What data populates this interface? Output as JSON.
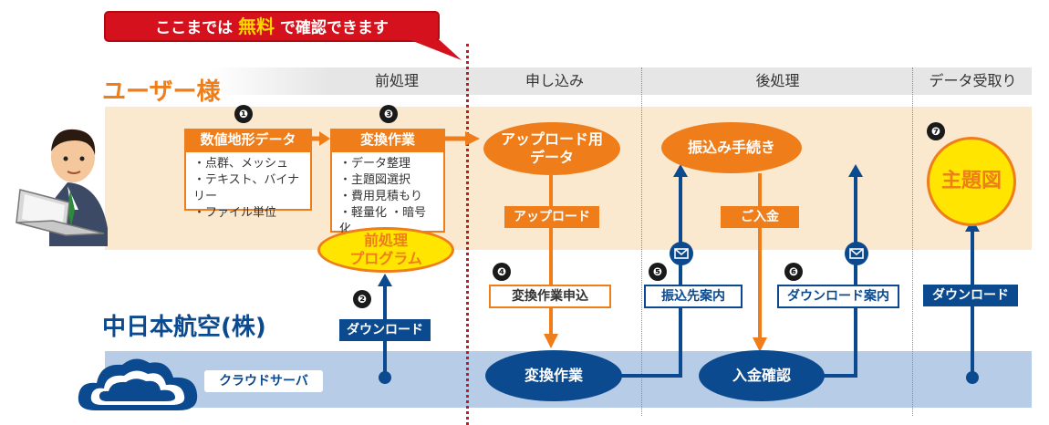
{
  "callout": {
    "pre": "ここまでは",
    "highlight": "無料",
    "post": "で確認できます"
  },
  "lanes": {
    "user": "ユーザー様",
    "provider": "中日本航空(株)",
    "cloud": "クラウドサーバ"
  },
  "phases": [
    "前処理",
    "申し込み",
    "後処理",
    "データ受取り"
  ],
  "step_numbers": [
    "❶",
    "❷",
    "❸",
    "❹",
    "❺",
    "❻",
    "❼"
  ],
  "box1": {
    "title": "数値地形データ",
    "items": [
      "・点群、メッシュ",
      "・テキスト、バイナリー",
      "・ファイル単位"
    ]
  },
  "box3": {
    "title": "変換作業",
    "items": [
      "・データ整理",
      "・主題図選択",
      "・費用見積もり",
      "・軽量化 ・暗号化"
    ]
  },
  "nodes": {
    "preprocess_program": [
      "前処理",
      "プログラム"
    ],
    "upload_data": [
      "アップロード用",
      "データ"
    ],
    "payment_procedure": "振込み手続き",
    "thematic_map": "主題図",
    "conversion_work": "変換作業",
    "payment_confirmation": "入金確認"
  },
  "edge_labels": {
    "upload": "アップロード",
    "payment": "ご入金",
    "conversion_request": "変換作業申込",
    "transfer_guide": "振込先案内",
    "download_guide": "ダウンロード案内",
    "download": "ダウンロード",
    "download2": "ダウンロード"
  },
  "colors": {
    "orange": "#ee7d1a",
    "navy": "#0b4a8f",
    "red": "#d4111c",
    "yellow": "#ffe500",
    "light_orange": "#fbe9cf",
    "light_blue": "#b7cce6"
  }
}
